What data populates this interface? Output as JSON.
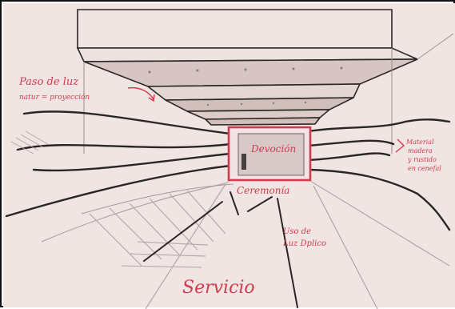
{
  "sketch": {
    "paper_color": "#f6eeea",
    "pencil_color": "#2b2626",
    "ink_color": "#d23a4e",
    "labels": {
      "light_note_line1": "Paso de luz",
      "light_note_line2": "natur = proyección",
      "devocion": "Devoción",
      "right_note_line1": "Material",
      "right_note_line2": "madera",
      "right_note_line3": "y rustido",
      "right_note_line4": "en cenefal",
      "ceremonia": "Ceremonía",
      "lectern_note_line1": "Uso de",
      "lectern_note_line2": "Luz Dplico",
      "servicio": "Servicio"
    }
  }
}
